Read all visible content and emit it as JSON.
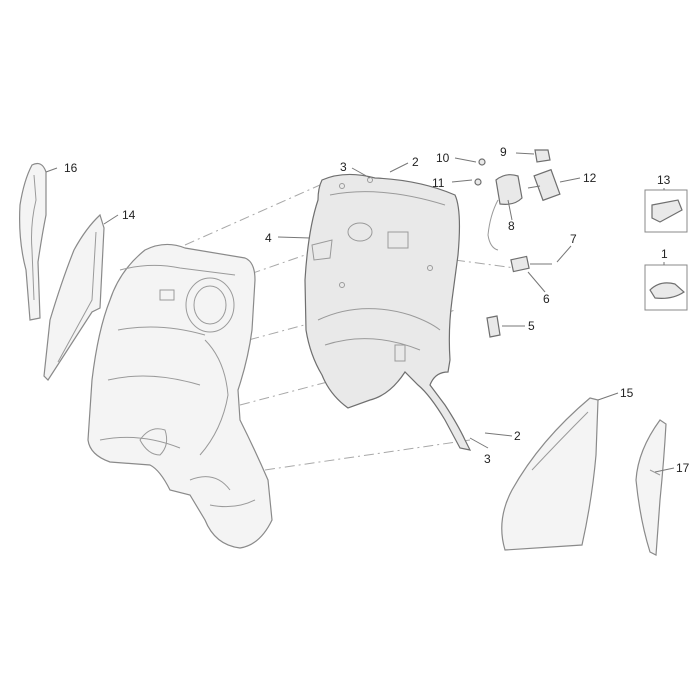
{
  "callouts": [
    {
      "id": "c1",
      "label": "1"
    },
    {
      "id": "c2a",
      "label": "2"
    },
    {
      "id": "c2b",
      "label": "2"
    },
    {
      "id": "c3a",
      "label": "3"
    },
    {
      "id": "c3b",
      "label": "3"
    },
    {
      "id": "c4",
      "label": "4"
    },
    {
      "id": "c5",
      "label": "5"
    },
    {
      "id": "c6",
      "label": "6"
    },
    {
      "id": "c7",
      "label": "7"
    },
    {
      "id": "c8",
      "label": "8"
    },
    {
      "id": "c9",
      "label": "9"
    },
    {
      "id": "c10",
      "label": "10"
    },
    {
      "id": "c11",
      "label": "11"
    },
    {
      "id": "c12",
      "label": "12"
    },
    {
      "id": "c13",
      "label": "13"
    },
    {
      "id": "c14",
      "label": "14"
    },
    {
      "id": "c15",
      "label": "15"
    },
    {
      "id": "c16",
      "label": "16"
    },
    {
      "id": "c17",
      "label": "17"
    }
  ]
}
